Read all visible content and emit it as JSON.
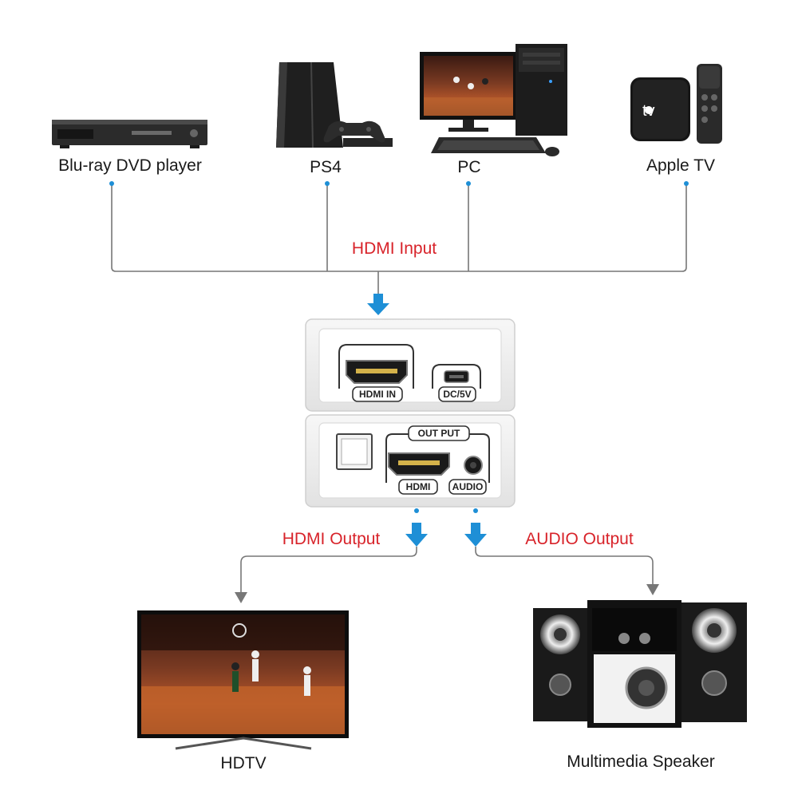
{
  "sources": [
    {
      "label": "Blu-ray DVD player",
      "icon": "bluray-player-icon"
    },
    {
      "label": "PS4",
      "icon": "ps4-console-icon"
    },
    {
      "label": "PC",
      "icon": "desktop-pc-icon"
    },
    {
      "label": "Apple TV",
      "icon": "apple-tv-icon"
    }
  ],
  "input_label": "HDMI Input",
  "device": {
    "input_side": {
      "hdmi_port_label": "HDMI IN",
      "power_port_label": "DC/5V"
    },
    "output_side": {
      "group_label": "OUT PUT",
      "hdmi_port_label": "HDMI",
      "audio_port_label": "AUDIO"
    }
  },
  "hdmi_output_label": "HDMI Output",
  "audio_output_label": "AUDIO Output",
  "apple_tv_logo": "tv",
  "outputs": [
    {
      "label": "HDTV",
      "icon": "hdtv-icon"
    },
    {
      "label": "Multimedia Speaker",
      "icon": "multimedia-speaker-icon"
    }
  ],
  "colors": {
    "accent_arrow": "#1e8fd6",
    "label_red": "#d8232a",
    "line": "#777777"
  }
}
